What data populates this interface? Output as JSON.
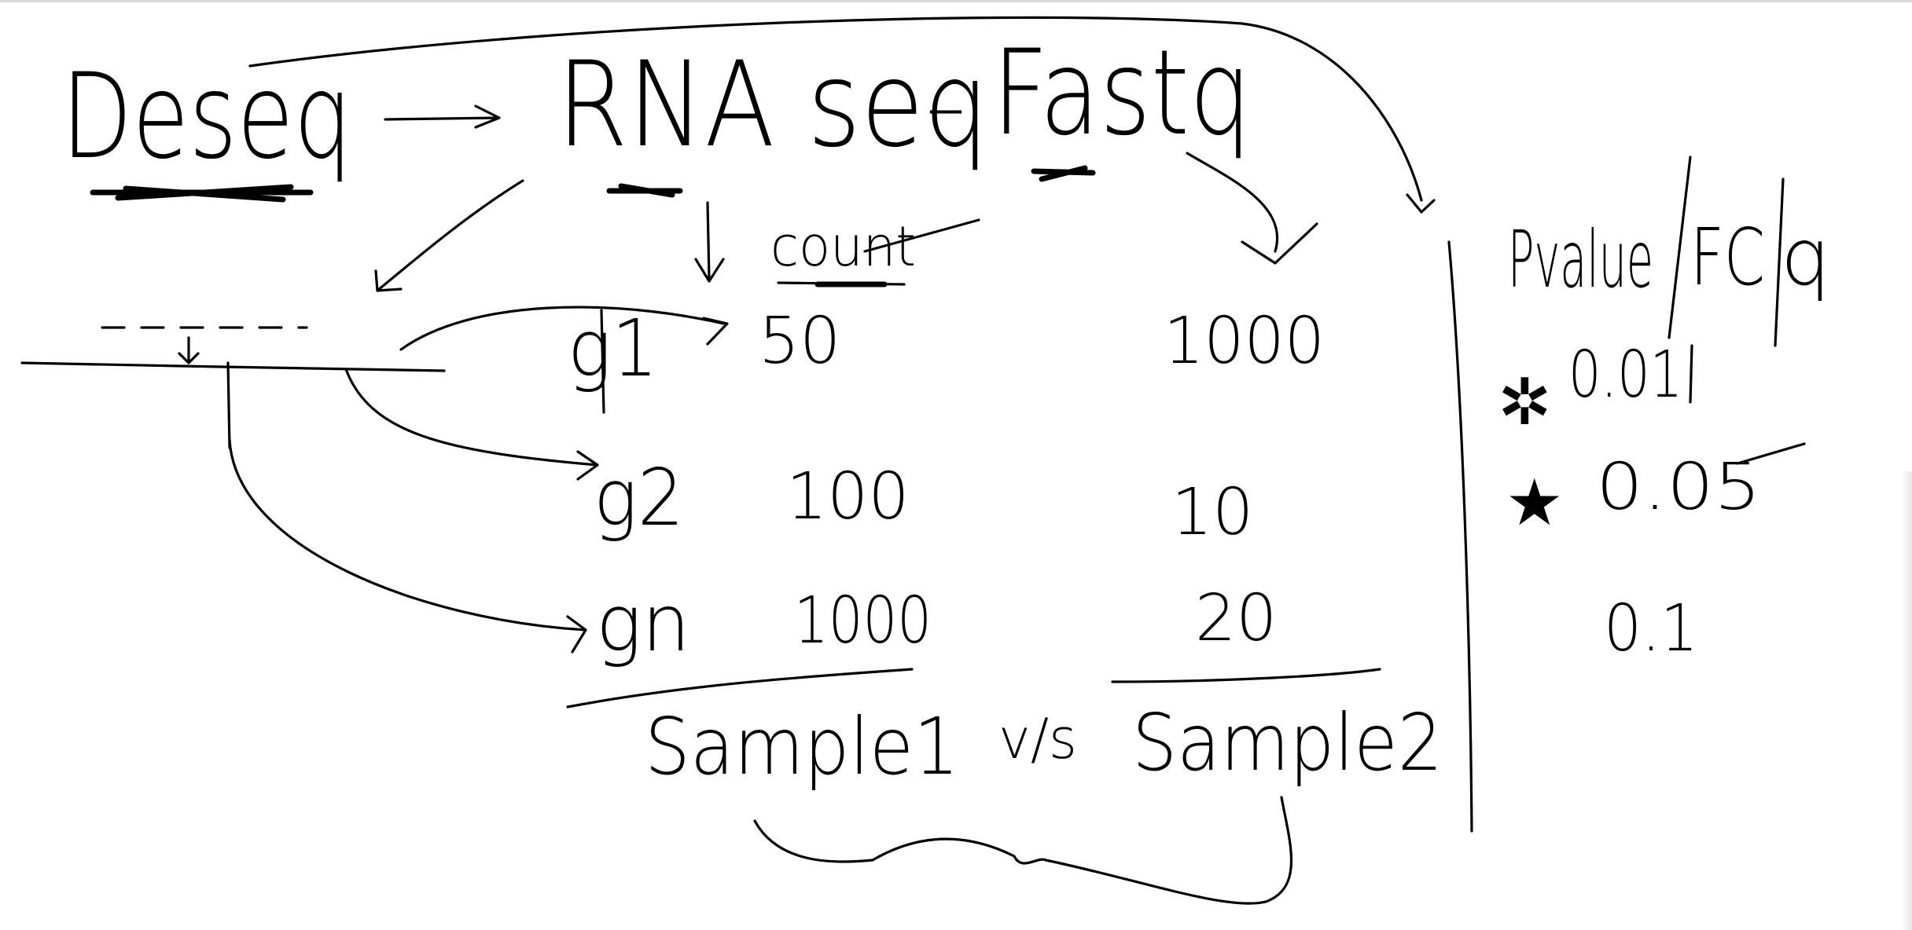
{
  "header": {
    "deseq": "Deseq",
    "rnaseq": "RNA seq",
    "dash": "–",
    "fastq": "Fastq"
  },
  "count_label": "count",
  "table": {
    "rows": [
      {
        "gene": "g1",
        "sample1": "50",
        "sample2": "1000"
      },
      {
        "gene": "g2",
        "sample1": "100",
        "sample2": "10"
      },
      {
        "gene": "gn",
        "sample1": "1000",
        "sample2": "20"
      }
    ],
    "sample1_label": "Sample1",
    "vs_label": "v/s",
    "sample2_label": "Sample2"
  },
  "stats": {
    "headers": [
      "Pvalue",
      "FC",
      "q"
    ],
    "values": [
      {
        "marker": "✲",
        "value": "0.01"
      },
      {
        "marker": "★",
        "value": "0.05"
      },
      {
        "marker": "",
        "value": "0.1"
      }
    ]
  }
}
